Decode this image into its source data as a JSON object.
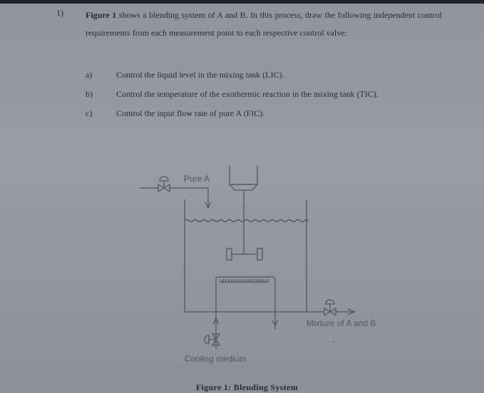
{
  "question": {
    "number": "1)",
    "intro_bold": "Figure 1",
    "intro_rest": " shows a blending system of A and B. In this process, draw the following independent control requirements from each measurement point to each respective control valve:",
    "items": [
      {
        "label": "a)",
        "text": "Control the liquid level in the mixing tank (LIC)."
      },
      {
        "label": "b)",
        "text": "Control the temperature of the exothermic reaction in the mixing tank (TIC)."
      },
      {
        "label": "c)",
        "text": "Control the input flow rate of pure A (FIC)."
      }
    ]
  },
  "diagram": {
    "labels": {
      "inlet": "Pure A",
      "outlet": "Mixture of A and B",
      "coolant": "Cooling medium",
      "dash": "-"
    },
    "caption": "Figure 1: Blending System",
    "colors": {
      "line": "#55555f",
      "background": "#9696a0"
    }
  }
}
